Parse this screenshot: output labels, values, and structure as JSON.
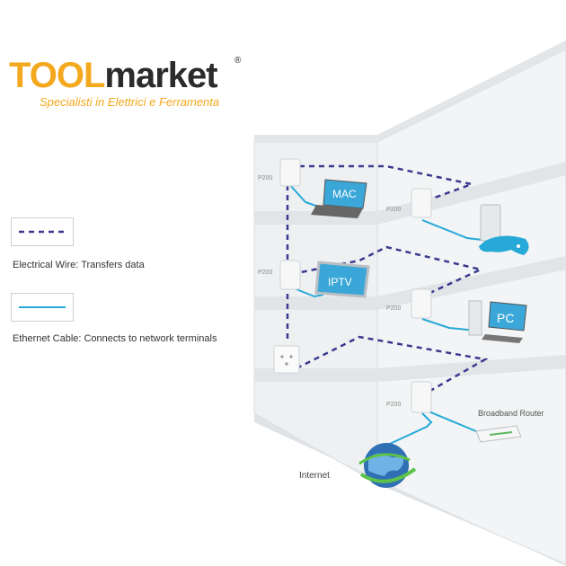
{
  "logo": {
    "brand_part1": "TOOL",
    "brand_part2": "market",
    "registered": "®",
    "tagline": "Specialisti in Elettrici e Ferramenta"
  },
  "legend": {
    "electrical_wire": "Electrical Wire: Transfers data",
    "ethernet_cable": "Ethernet Cable: Connects to network terminals"
  },
  "devices": {
    "adapter_label": "P200",
    "mac": "MAC",
    "iptv": "IPTV",
    "pc": "PC",
    "router": "Broadband Router",
    "internet": "Internet"
  },
  "colors": {
    "brand_orange": "#f4a81d",
    "brand_dark": "#2b2b2b",
    "electrical_wire": "#3b3a8f",
    "ethernet_cable": "#27a9d8",
    "wall": "#e9ecee"
  }
}
